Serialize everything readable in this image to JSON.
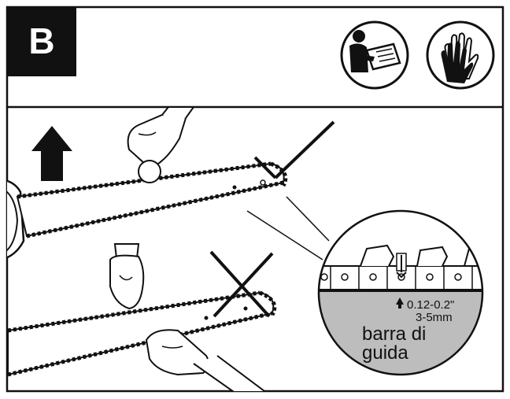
{
  "header": {
    "step_letter": "B",
    "icons": [
      {
        "name": "read-manual-icon"
      },
      {
        "name": "wear-gloves-icon"
      }
    ]
  },
  "diagram": {
    "correct_arrow": "up-arrow-icon",
    "incorrect_mark": "x-mark-icon",
    "detail": {
      "measurement": "0.12-0.2\"",
      "measurement_metric": "3-5mm",
      "label_line1": "barra di",
      "label_line2": "guida"
    }
  },
  "colors": {
    "ink": "#111111",
    "bar_fill": "#ffffff",
    "detail_lower_fill": "#bdbdbd"
  }
}
